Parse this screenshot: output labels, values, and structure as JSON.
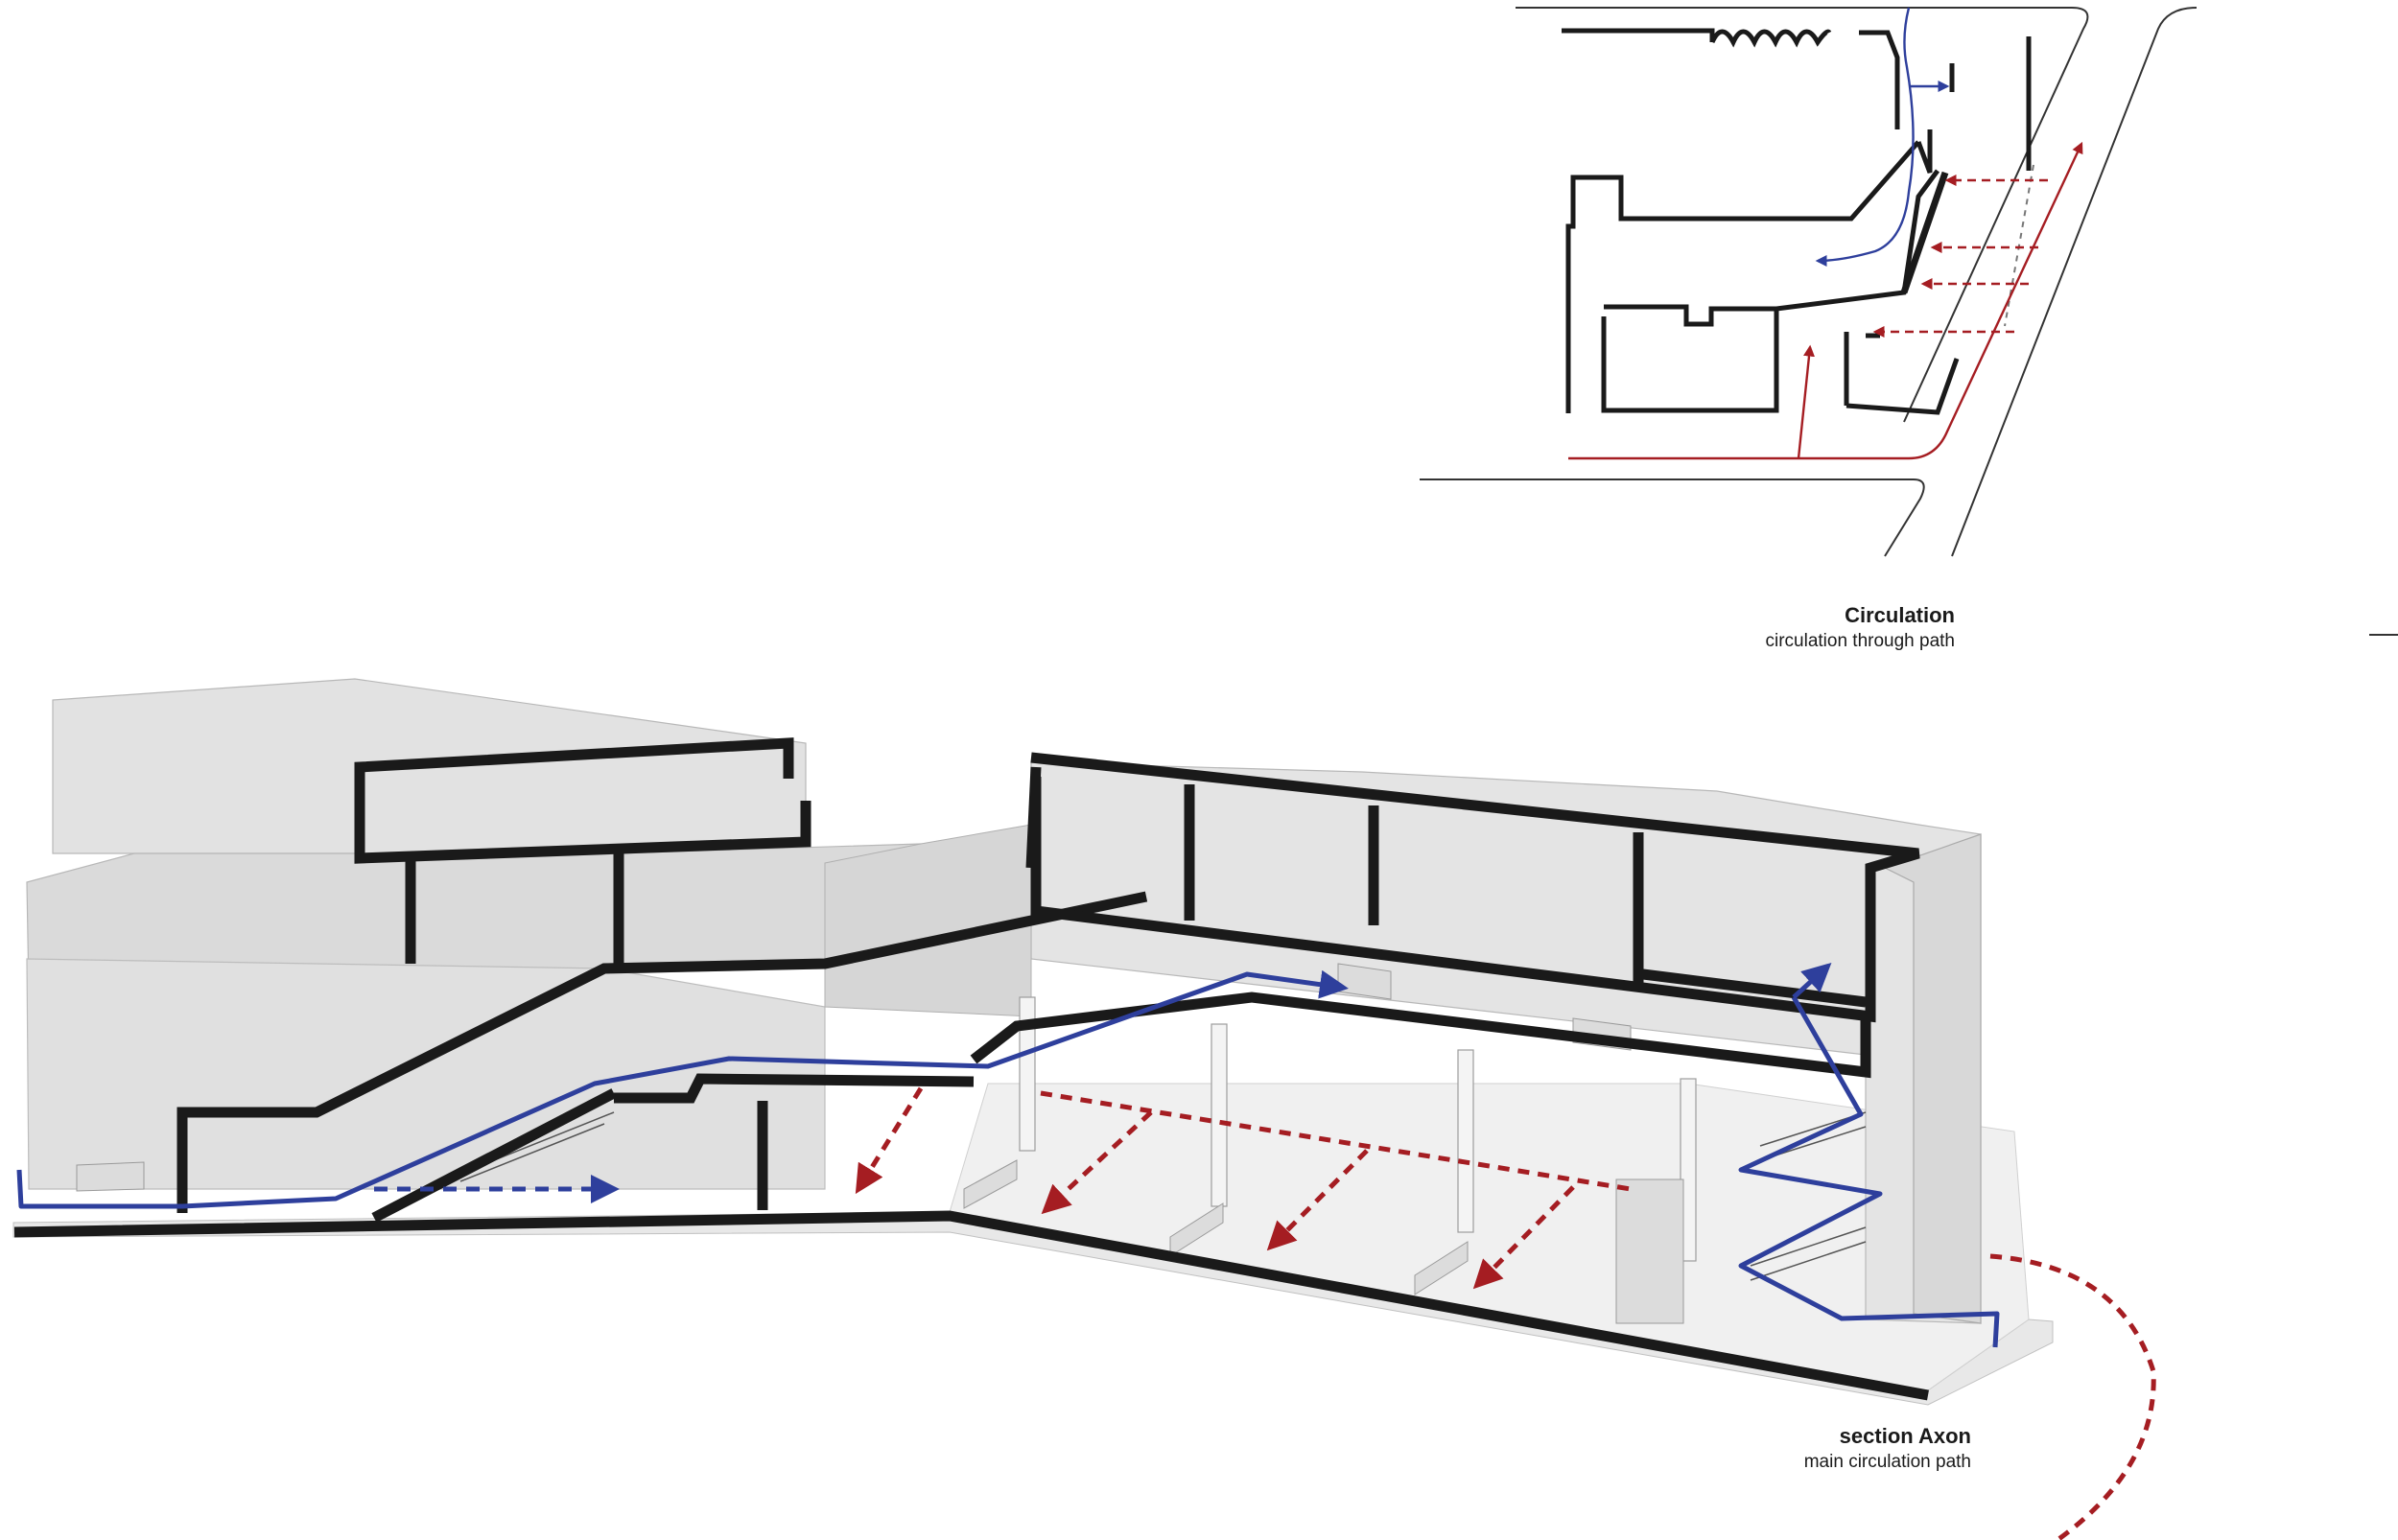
{
  "plan_diagram": {
    "title": "Circulation",
    "subtitle": "circulation through path"
  },
  "section_diagram": {
    "title": "section Axon",
    "subtitle": "main circulation path"
  },
  "colors": {
    "wall": "#1a1a1a",
    "site_line": "#333333",
    "internal_circulation": "#2e3f9c",
    "public_circulation": "#a51d22",
    "building_fill": "#e6e6e6",
    "building_fill_dark": "#cfcfcf",
    "floor_fill": "#eeeeee"
  }
}
